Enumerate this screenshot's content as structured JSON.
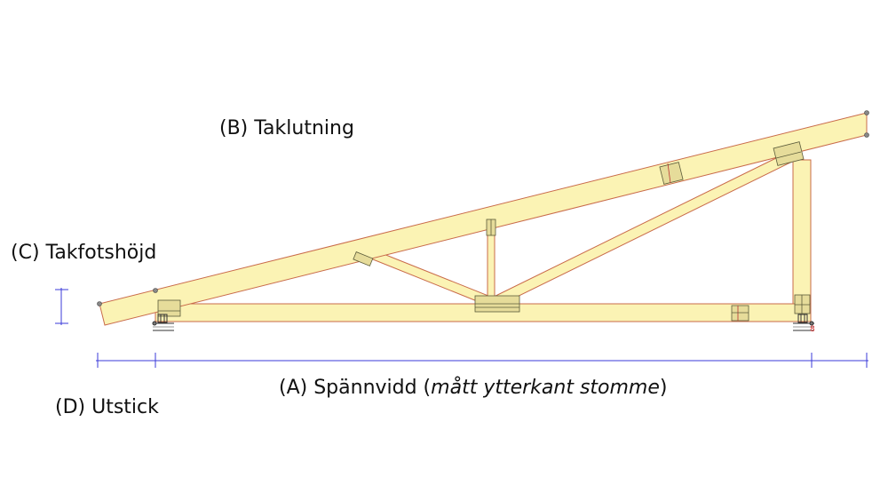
{
  "labels": {
    "b": "(B) Taklutning",
    "c": "(C) Takfotshöjd",
    "a_prefix": "(A) Spännvidd (",
    "a_italic": "mått ytterkant stomme",
    "a_suffix": ")",
    "d": "(D) Utstick"
  },
  "colors": {
    "timber_fill": "#fbf3b4",
    "timber_edge": "#c96b4a",
    "plate_fill": "#e6dc9a",
    "plate_edge": "#5b5b3a",
    "dimension_line": "#3a3ad8",
    "support": "#333333"
  }
}
